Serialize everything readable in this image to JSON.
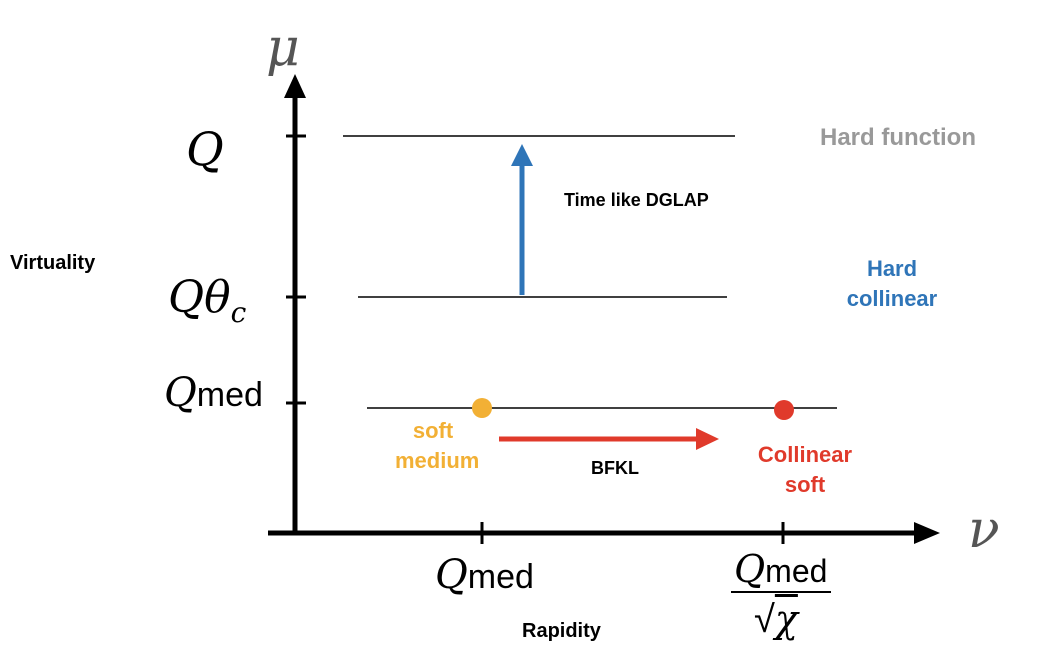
{
  "axes": {
    "y_symbol": "μ",
    "x_symbol": "ν",
    "y_title": "Virtuality",
    "x_title": "Rapidity"
  },
  "y_ticks": {
    "q": {
      "main": "Q"
    },
    "qtheta": {
      "main": "Qθ",
      "sub": "c"
    },
    "qmed": {
      "main": "Q",
      "suffix": "med"
    }
  },
  "x_ticks": {
    "qmed": {
      "main": "Q",
      "suffix": "med"
    },
    "qmed_over_sqrt_chi": {
      "num_main": "Q",
      "num_suffix": "med",
      "den_root": "√",
      "den_symbol": "χ"
    }
  },
  "labels": {
    "hard_function": "Hard function",
    "hard_collinear_line1": "Hard",
    "hard_collinear_line2": "collinear",
    "time_like_dglap": "Time like DGLAP",
    "soft_medium_line1": "soft",
    "soft_medium_line2": "medium",
    "bfkl": "BFKL",
    "collinear_soft_line1": "Collinear",
    "collinear_soft_line2": "soft"
  },
  "colors": {
    "axis": "#000000",
    "hard_function": "#999999",
    "hard_collinear": "#2f75b8",
    "soft_medium": "#f2b035",
    "collinear_soft": "#e03a2b",
    "dglap_arrow": "#2f75b8",
    "bfkl_arrow": "#e03a2b"
  }
}
